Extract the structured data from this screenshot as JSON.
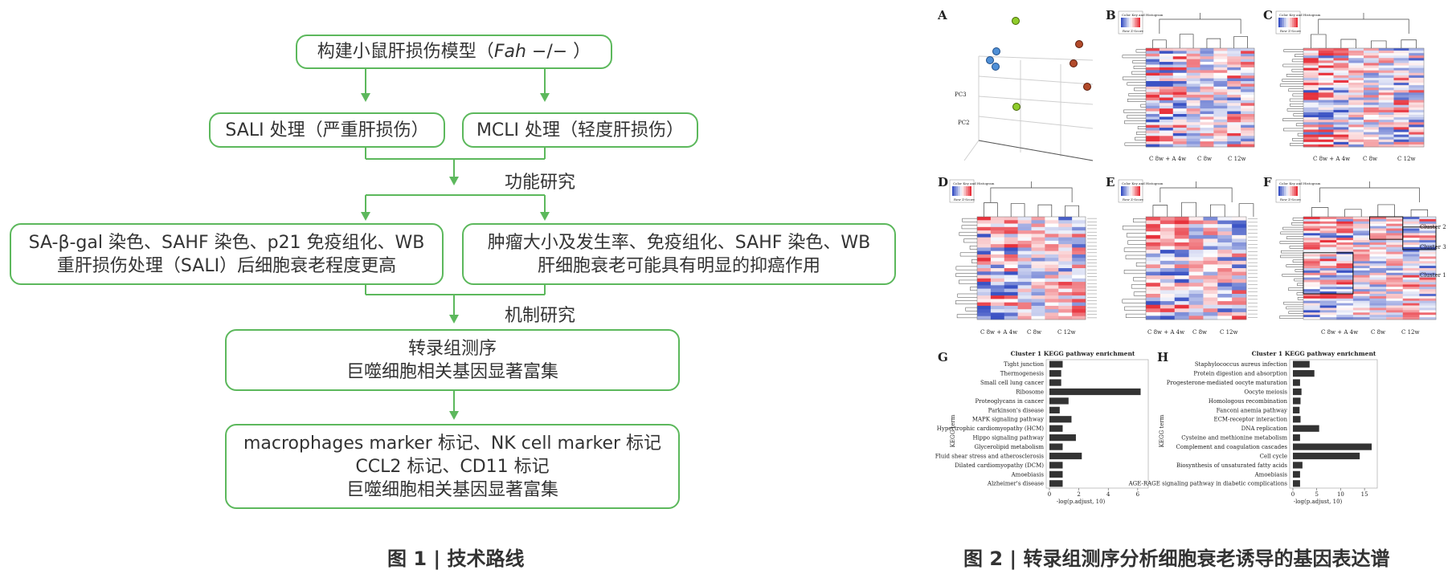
{
  "flowchart": {
    "top": {
      "prefix": "构建小鼠肝损伤模型（",
      "gene": "Fah",
      "suffix": " −/− ）"
    },
    "sali": "SALI 处理（严重肝损伤）",
    "mcli": "MCLI 处理（轻度肝损伤）",
    "func_label": "功能研究",
    "left_result": [
      "SA-β-gal 染色、SAHF 染色、p21 免疫组化、WB",
      "重肝损伤处理（SALI）后细胞衰老程度更高"
    ],
    "right_result": [
      "肿瘤大小及发生率、免疫组化、SAHF 染色、WB",
      "肝细胞衰老可能具有明显的抑癌作用"
    ],
    "mech_label": "机制研究",
    "transcriptome": [
      "转录组测序",
      "巨噬细胞相关基因显著富集"
    ],
    "markers": [
      "macrophages marker 标记、NK cell marker 标记",
      "CCL2 标记、CD11 标记",
      "巨噬细胞相关基因显著富集"
    ],
    "caption": "图 1 | 技术路线"
  },
  "figure2": {
    "caption": "图 2 | 转录组测序分析细胞衰老诱导的基因表达谱",
    "panels": [
      "A",
      "B",
      "C",
      "D",
      "E",
      "F",
      "G",
      "H"
    ],
    "pca_axis_labels": [
      "PC3",
      "PC2"
    ],
    "color_key": "Color Key and Histogram",
    "color_key_scale": "Row Z-Score",
    "heatmap_columns": [
      "C 8w + A 4w",
      "C 8w",
      "C 12w"
    ],
    "clusters": [
      "Cluster 2",
      "Cluster 3",
      "Cluster 1"
    ],
    "kegg_axis": "KEGG term",
    "kegg_xlabel": "-log(p.adjust, 10)",
    "colors": {
      "green": "#5cb85c",
      "heat_red": "#e8323c",
      "heat_blue": "#3a52c4",
      "bar": "#333333"
    }
  },
  "chart_data": [
    {
      "type": "bar",
      "title": "Cluster 1 KEGG pathway enrichment",
      "ylabel": "KEGG term",
      "xlabel": "-log(p.adjust, 10)",
      "categories": [
        "Tight junction",
        "Thermogenesis",
        "Small cell lung cancer",
        "Ribosome",
        "Proteoglycans in cancer",
        "Parkinson's disease",
        "MAPK signaling pathway",
        "Hypertrophic cardiomyopathy (HCM)",
        "Hippo signaling pathway",
        "Glycerolipid metabolism",
        "Fluid shear stress and atherosclerosis",
        "Dilated cardiomyopathy (DCM)",
        "Amoebiasis",
        "Alzheimer's disease"
      ],
      "values": [
        0.9,
        0.8,
        0.8,
        6.2,
        1.3,
        0.7,
        1.5,
        0.9,
        1.8,
        0.9,
        2.2,
        0.9,
        0.9,
        0.9
      ],
      "xlim": [
        0,
        6.5
      ],
      "xticks": [
        0,
        2,
        4,
        6
      ]
    },
    {
      "type": "bar",
      "title": "Cluster 1 KEGG pathway enrichment",
      "ylabel": "KEGG term",
      "xlabel": "-log(p.adjust, 10)",
      "categories": [
        "Staphylococcus aureus infection",
        "Protein digestion and absorption",
        "Progesterone-mediated oocyte maturation",
        "Oocyte meiosis",
        "Homologous recombination",
        "Fanconi anemia pathway",
        "ECM-receptor interaction",
        "DNA replication",
        "Cysteine and methionine metabolism",
        "Complement and coagulation cascades",
        "Cell cycle",
        "Biosynthesis of unsaturated fatty acids",
        "Amoebiasis",
        "AGE-RAGE signaling pathway in diabetic complications"
      ],
      "values": [
        3.5,
        4.5,
        1.5,
        1.8,
        1.6,
        1.4,
        1.6,
        5.5,
        1.5,
        16.5,
        14.0,
        2.0,
        1.5,
        1.5
      ],
      "xlim": [
        0,
        17
      ],
      "xticks": [
        0,
        5,
        10,
        15
      ]
    }
  ]
}
